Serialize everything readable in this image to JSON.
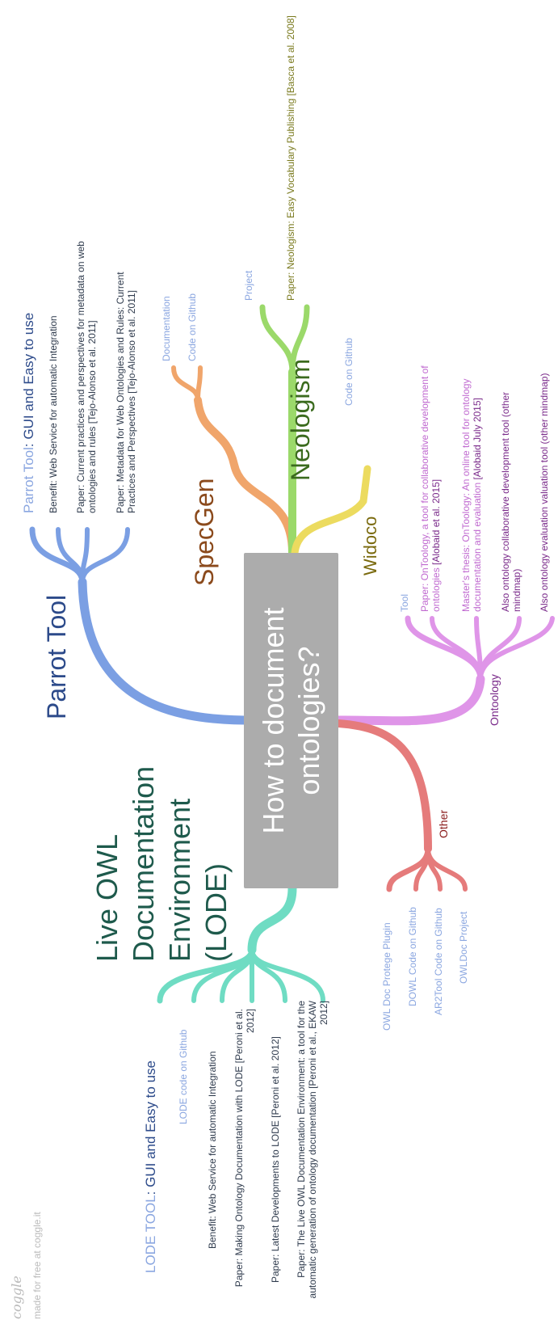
{
  "center": {
    "title": "How to document ontologies?"
  },
  "parrot": {
    "heading": "Parrot Tool",
    "tool_link": "Parrot Tool",
    "tool_rest": ": GUI and Easy to use",
    "benefit": "Benefit: Web Service for automatic Integration",
    "paper1": "Paper: Current practices and perspectives for metadata on web ontologies and rules [Tejo-Alonso et al. 2011]",
    "paper2": "Paper: Metadata for Web Ontologies and Rules: Current Practices and Perspectives [Tejo-Alonso et al. 2011]"
  },
  "specgen": {
    "heading": "SpecGen",
    "documentation": "Documentation",
    "code": "Code on Github"
  },
  "neologism": {
    "heading": "Neologism",
    "project": "Project",
    "paper": "Paper: Neologism: Easy Vocabulary Publishing [Basca et al. 2008]"
  },
  "widoco": {
    "heading": "Widoco",
    "code": "Code on Github"
  },
  "lode": {
    "heading": "Live OWL Documentation Environment (LODE)",
    "tool_link": "LODE TOOL",
    "tool_rest": ": GUI and Easy to use",
    "code": "LODE code on Github",
    "benefit": "Benefit: Web Service for automatic Integration",
    "paper1": "Paper: Making Ontology Documentation with LODE [Peroni et al. 2012]",
    "paper2": "Paper: Latest Developments to LODE [Peroni et al. 2012]",
    "paper3": "Paper: The Live OWL Documentation Environment: a tool for the automatic generation of ontology documentation [Peroni et al., EKAW 2012]"
  },
  "ontoology": {
    "heading": "Ontoology",
    "tool": "Tool",
    "paper_link": "Paper: OnToology, a tool for collaborative development of ontologies",
    "paper_ref": " [Alobaid et al. 2015]",
    "thesis_link": "Master's thesis: OnToology: An online tool for ontology documentation and evaluation",
    "thesis_ref": " [Alobaid July 2015]",
    "also1": "Also ontology collaborative development tool (other mindmap)",
    "also2": "Also ontology evaluation valuation tool (other mindmap)"
  },
  "other": {
    "heading": "Other",
    "item1": "OWL Doc Protege Plugin",
    "item2": "DOWL Code on Github",
    "item3": "AR2Tool Code on Github",
    "item4": "OWLDoc Project"
  },
  "watermark": {
    "logo": "coggle",
    "tagline": "made for free at coggle.it"
  },
  "colors": {
    "parrot": "#7b9fe3",
    "specgen": "#f0a56b",
    "neologism": "#9bd96a",
    "widoco": "#ecdb5f",
    "lode": "#6fdcc3",
    "ontoology": "#df95e8",
    "other": "#e57b7b",
    "center": "#acacac"
  }
}
